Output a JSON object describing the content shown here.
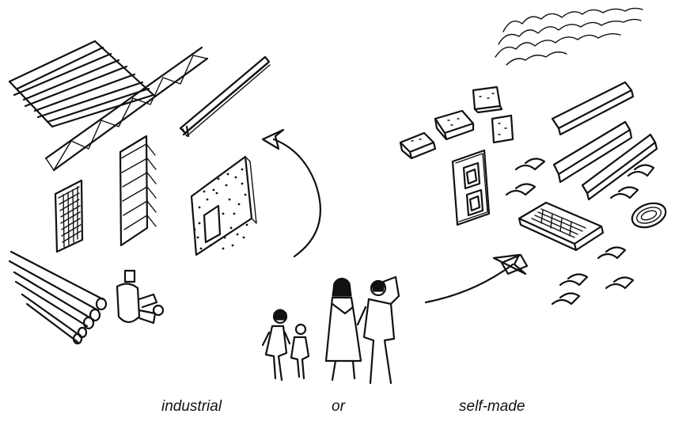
{
  "captions": {
    "left": "industrial",
    "middle": "or",
    "right": "self-made"
  },
  "ink_color": "#111111",
  "background_color": "#ffffff"
}
